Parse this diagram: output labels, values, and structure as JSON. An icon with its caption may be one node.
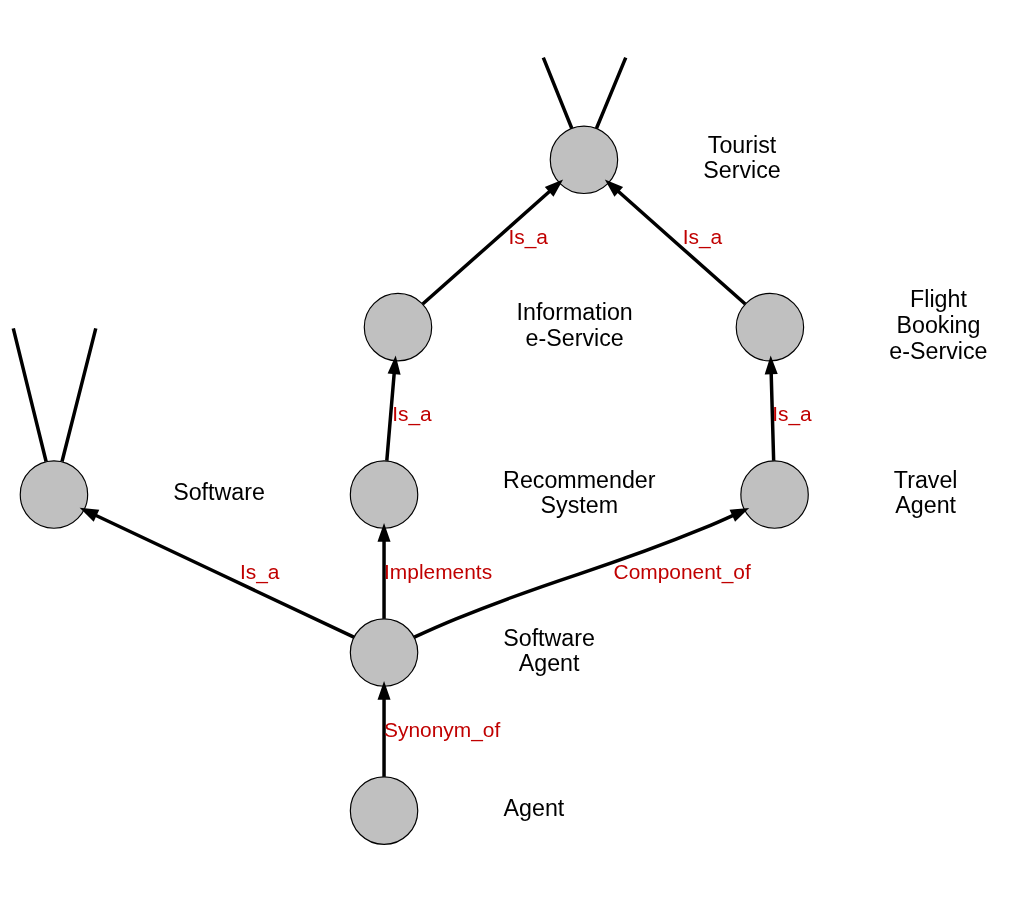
{
  "diagram": {
    "nodes": [
      {
        "text": [],
        "shape": "circle",
        "beside": [
          "Software"
        ]
      },
      {
        "text": [],
        "shape": "circle",
        "beside": [
          "Tourist Service"
        ]
      },
      {
        "text": [],
        "shape": "circle",
        "beside": [
          "Software Agent"
        ]
      },
      {
        "text": [],
        "shape": "circle",
        "beside": [
          "Information e-Service"
        ]
      },
      {
        "text": [],
        "shape": "circle",
        "beside": [
          "Flight Booking e-Service"
        ]
      },
      {
        "text": [],
        "shape": "circle",
        "beside": [
          "Recommender System"
        ]
      },
      {
        "text": [],
        "shape": "circle",
        "beside": [
          "Agent"
        ]
      },
      {
        "text": [],
        "shape": "circle",
        "beside": [
          "Travel Agent"
        ]
      }
    ],
    "edges": [
      {
        "from": 2,
        "to": 0,
        "arrow": "to",
        "label": "Is_a"
      },
      {
        "from": 0,
        "to": null,
        "arrow": "none"
      },
      {
        "from": 0,
        "to": null,
        "arrow": "none"
      },
      {
        "from": 1,
        "to": null,
        "arrow": "none"
      },
      {
        "from": 1,
        "to": null,
        "arrow": "none"
      },
      {
        "from": 6,
        "to": 2,
        "arrow": "to",
        "label": "Synonym_of"
      },
      {
        "from": 2,
        "to": 5,
        "arrow": "to",
        "label": "Implements"
      },
      {
        "from": 5,
        "to": 3,
        "arrow": "to",
        "label": "Is_a"
      },
      {
        "from": 3,
        "to": 1,
        "arrow": "to",
        "label": "Is_a"
      },
      {
        "from": 4,
        "to": 1,
        "arrow": "to",
        "label": "Is_a"
      },
      {
        "from": 7,
        "to": 4,
        "arrow": "to",
        "label": "Is_a"
      },
      {
        "from": 2,
        "to": 7,
        "arrow": "to",
        "label": "Component_of"
      }
    ]
  }
}
